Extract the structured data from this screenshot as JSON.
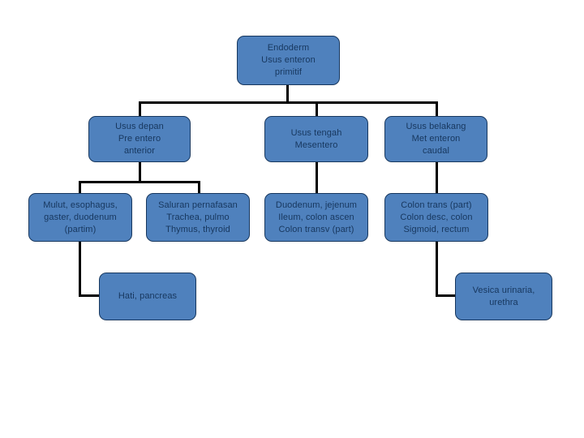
{
  "diagram": {
    "title_text": "Endoderm Usus enteron primitif",
    "accent_color": "#4f81bd",
    "border_color": "#17375e",
    "text_color": "#17375e",
    "line_color": "#000000",
    "background_color": "#ffffff",
    "nodes": [
      {
        "id": "endoderm",
        "label": "Endoderm\nUsus enteron\nprimitif"
      },
      {
        "id": "usus-depan",
        "label": "Usus depan\nPre entero\nanterior"
      },
      {
        "id": "usus-tengah",
        "label": "Usus tengah\nMesentero"
      },
      {
        "id": "usus-belakang",
        "label": "Usus belakang\nMet enteron\ncaudal"
      },
      {
        "id": "mulut",
        "label": "Mulut, esophagus,\ngaster, duodenum\n(partim)"
      },
      {
        "id": "saluran",
        "label": "Saluran pernafasan\nTrachea, pulmo\nThymus, thyroid"
      },
      {
        "id": "duodenum",
        "label": "Duodenum, jejenum\nIleum, colon ascen\nColon transv (part)"
      },
      {
        "id": "colon",
        "label": "Colon trans (part)\nColon desc, colon\nSigmoid, rectum"
      },
      {
        "id": "hati",
        "label": "Hati, pancreas"
      },
      {
        "id": "vesica",
        "label": "Vesica urinaria,\nurethra"
      }
    ]
  }
}
